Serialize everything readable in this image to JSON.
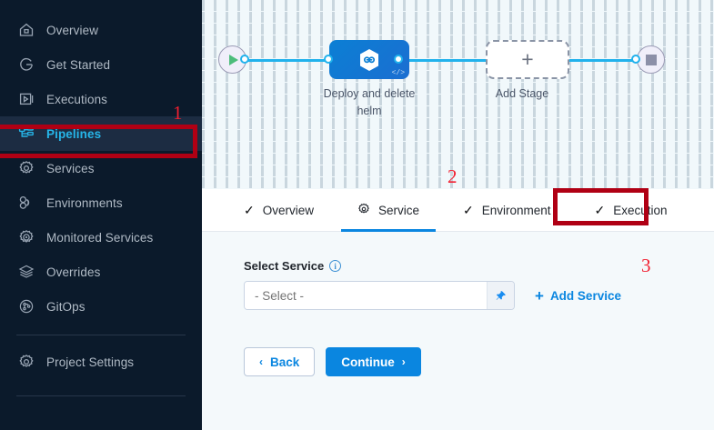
{
  "sidebar": {
    "items": [
      {
        "label": "Overview",
        "icon": "home-icon",
        "active": false
      },
      {
        "label": "Get Started",
        "icon": "get-started-icon",
        "active": false
      },
      {
        "label": "Executions",
        "icon": "executions-icon",
        "active": false
      },
      {
        "label": "Pipelines",
        "icon": "pipelines-icon",
        "active": true
      },
      {
        "label": "Services",
        "icon": "gear-icon",
        "active": false
      },
      {
        "label": "Environments",
        "icon": "environments-icon",
        "active": false
      },
      {
        "label": "Monitored Services",
        "icon": "monitored-services-icon",
        "active": false
      },
      {
        "label": "Overrides",
        "icon": "layers-icon",
        "active": false
      },
      {
        "label": "GitOps",
        "icon": "gitops-icon",
        "active": false
      }
    ],
    "footer": {
      "label": "Project Settings",
      "icon": "gear-icon"
    }
  },
  "canvas": {
    "start_node": {
      "name": "pipeline-start",
      "icon": "play-icon"
    },
    "end_node": {
      "name": "pipeline-end",
      "icon": "stop-icon"
    },
    "stage": {
      "label": "Deploy and delete helm",
      "icon": "harness-cd-hexagon-icon",
      "code_badge": "</>"
    },
    "add_stage": {
      "label": "Add Stage",
      "icon": "plus-icon"
    }
  },
  "tabs": [
    {
      "label": "Overview",
      "icon": "check-icon",
      "active": false
    },
    {
      "label": "Service",
      "icon": "gear-icon",
      "active": true
    },
    {
      "label": "Environment",
      "icon": "check-icon",
      "active": false
    },
    {
      "label": "Execution",
      "icon": "check-icon",
      "active": false
    }
  ],
  "form": {
    "select_service_label": "Select Service",
    "info_icon": "info-icon",
    "select_value": "",
    "select_placeholder": "- Select -",
    "pin_icon": "pin-icon",
    "add_service_label": "Add Service",
    "add_service_plus": "+",
    "back_label": "Back",
    "back_chevron": "‹",
    "continue_label": "Continue",
    "continue_chevron": "›"
  },
  "annotations": [
    {
      "number": "1",
      "target": "sidebar-item-pipelines"
    },
    {
      "number": "2",
      "target": "tab-service"
    },
    {
      "number": "3",
      "target": "add-service-button"
    }
  ],
  "colors": {
    "sidebar_bg": "#0b1a2b",
    "sidebar_active_bg": "#1c2c42",
    "accent_blue": "#0a86e0",
    "cyan": "#26b5e8",
    "annotation_box": "#b00014",
    "annotation_number": "#f21f30",
    "canvas_bg": "#f1f8fb"
  }
}
